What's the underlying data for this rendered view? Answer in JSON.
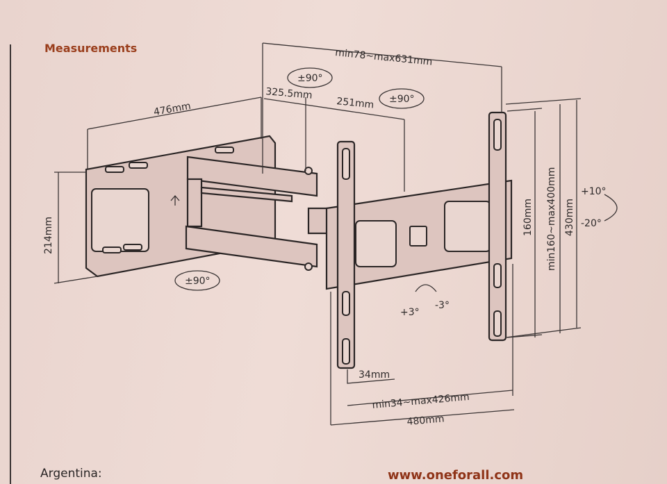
{
  "heading": "Measurements",
  "footer": {
    "country": "Argentina:",
    "website": "www.oneforall.com"
  },
  "dimensions": {
    "arm_extension": "min78~max631mm",
    "wall_plate_offset": "476mm",
    "arm_segment_1": "325.5mm",
    "arm_segment_2": "251mm",
    "wall_plate_height": "214mm",
    "vesa_min_h": "34mm",
    "vesa_h_range": "min34~max426mm",
    "bracket_width": "480mm",
    "vesa_min_v": "160mm",
    "vesa_v_range": "min160~max400mm",
    "bracket_height": "430mm"
  },
  "rotations": {
    "swivel_top_1": "±90°",
    "swivel_top_2": "±90°",
    "swivel_bottom": "±90°",
    "tilt_up": "+10°",
    "tilt_down": "-20°",
    "level_plus": "+3°",
    "level_minus": "-3°"
  }
}
